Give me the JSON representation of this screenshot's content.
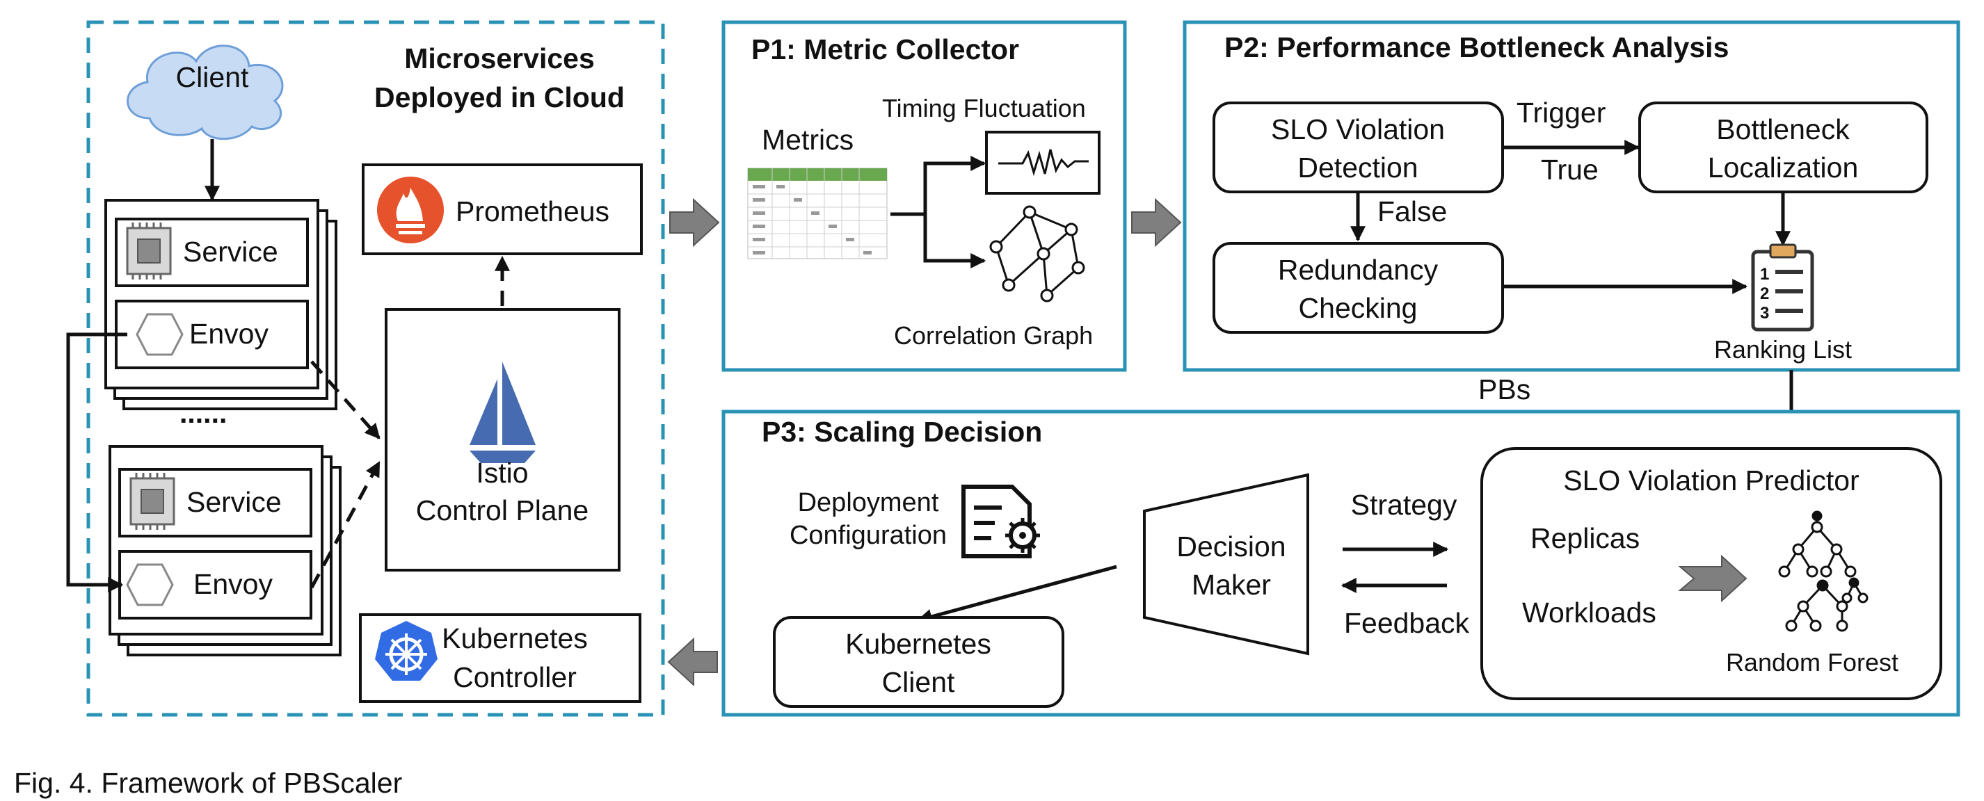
{
  "caption": "Fig. 4. Framework of PBScaler",
  "cloud_panel": {
    "title_line1": "Microservices",
    "title_line2": "Deployed in Cloud",
    "client": "Client",
    "service_label": "Service",
    "envoy_label": "Envoy",
    "ellipsis": "......",
    "prometheus": "Prometheus",
    "istio_line1": "Istio",
    "istio_line2": "Control Plane",
    "k8s_controller_line1": "Kubernetes",
    "k8s_controller_line2": "Controller"
  },
  "p1": {
    "title": "P1: Metric Collector",
    "metrics": "Metrics",
    "timing": "Timing Fluctuation",
    "correlation": "Correlation Graph"
  },
  "p2": {
    "title": "P2: Performance Bottleneck Analysis",
    "slo_line1": "SLO Violation",
    "slo_line2": "Detection",
    "trigger": "Trigger",
    "true_label": "True",
    "false_label": "False",
    "bottleneck_line1": "Bottleneck",
    "bottleneck_line2": "Localization",
    "redundancy_line1": "Redundancy",
    "redundancy_line2": "Checking",
    "ranking": "Ranking List",
    "ranking_items": [
      "1",
      "2",
      "3"
    ]
  },
  "pbs": "PBs",
  "p3": {
    "title": "P3: Scaling Decision",
    "deploy_line1": "Deployment",
    "deploy_line2": "Configuration",
    "decision_line1": "Decision",
    "decision_line2": "Maker",
    "strategy": "Strategy",
    "feedback": "Feedback",
    "k8s_client_line1": "Kubernetes",
    "k8s_client_line2": "Client",
    "predictor_title": "SLO Violation Predictor",
    "replicas": "Replicas",
    "workloads": "Workloads",
    "random_forest": "Random Forest"
  },
  "colors": {
    "panel_border": "#2a93b5",
    "cloud_fill": "#c7dcf4",
    "prometheus": "#e6522c",
    "istio": "#466bb0",
    "kubernetes": "#326ce5",
    "arrow_gray": "#7f7f7f",
    "table_green": "#6aa84f",
    "clipboard_brown": "#e0a75e"
  },
  "icons": [
    "cloud-icon",
    "cpu-chip-icon",
    "hexagon-icon",
    "prometheus-icon",
    "istio-sail-icon",
    "kubernetes-icon",
    "metrics-table-icon",
    "waveform-icon",
    "graph-icon",
    "clipboard-list-icon",
    "config-document-icon",
    "tree-icon"
  ]
}
